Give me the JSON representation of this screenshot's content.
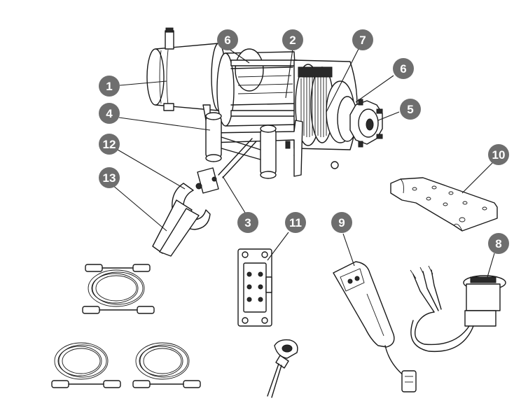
{
  "callouts": {
    "c1": "1",
    "c2": "2",
    "c3": "3",
    "c4": "4",
    "c5": "5",
    "c6a": "6",
    "c6b": "6",
    "c7": "7",
    "c8": "8",
    "c9": "9",
    "c10": "10",
    "c11": "11",
    "c12": "12",
    "c13": "13"
  },
  "colors": {
    "callout_fill": "#6e6e6e",
    "line": "#1a1a1a",
    "background": "#ffffff"
  }
}
